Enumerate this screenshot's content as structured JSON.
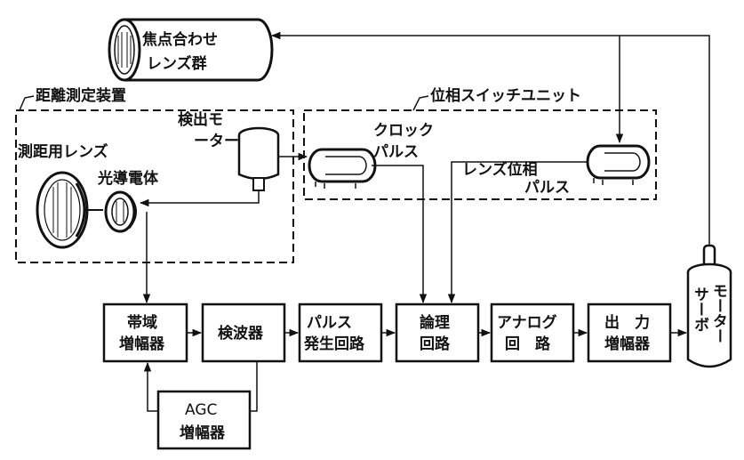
{
  "labels": {
    "focus_lens_line1": "焦点合わせ",
    "focus_lens_line2": "レンズ群",
    "rangefinder_unit": "距離測定装置",
    "phase_switch_unit": "位相スイッチユニット",
    "detect_motor_line1": "検出モ",
    "detect_motor_line2": "ーター",
    "rangefinder_lens": "測距用レンズ",
    "photoconductor": "光導電体",
    "clock_pulse_line1": "クロック",
    "clock_pulse_line2": "パルス",
    "lens_phase_pulse_line1": "レンズ位相",
    "lens_phase_pulse_line2": "パルス",
    "servo_motor_col1": "サーボ",
    "servo_motor_col2": "モーター"
  },
  "blocks": {
    "band_amp_line1": "帯域",
    "band_amp_line2": "増幅器",
    "detector": "検波器",
    "pulse_gen_line1": "パルス",
    "pulse_gen_line2": "発生回路",
    "logic_line1": "論理",
    "logic_line2": "回路",
    "analog_line1": "アナログ",
    "analog_line2": "回　路",
    "output_amp_line1": "出　力",
    "output_amp_line2": "増幅器",
    "agc_line1": "AGC",
    "agc_line2": "増幅器"
  },
  "colors": {
    "ink": "#111111",
    "paper": "#ffffff"
  }
}
